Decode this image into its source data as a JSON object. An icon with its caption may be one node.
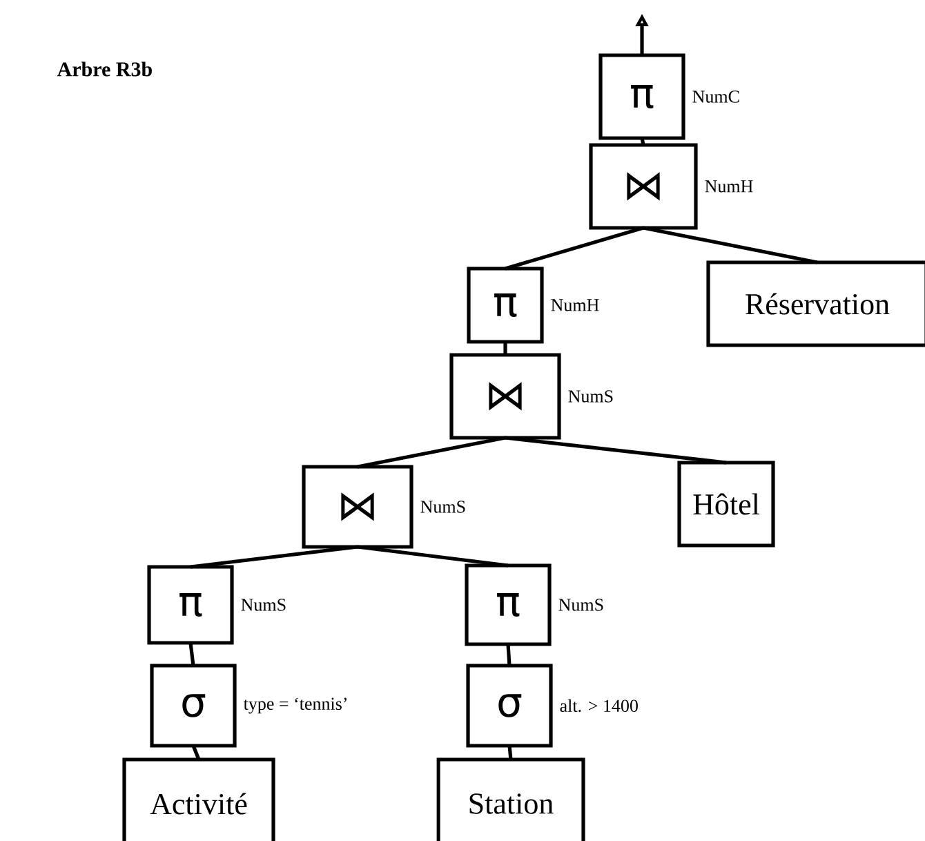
{
  "diagram": {
    "title": "Arbre R3b",
    "nodes": [
      {
        "text": [
          "π"
        ],
        "beside": [
          "NumC"
        ]
      },
      {
        "text": [
          "⋈"
        ],
        "beside": [
          "NumH"
        ]
      },
      {
        "text": [
          "π"
        ],
        "beside": [
          "NumH"
        ]
      },
      {
        "text": [
          "Réservation"
        ]
      },
      {
        "text": [
          "⋈"
        ],
        "beside": [
          "NumS"
        ]
      },
      {
        "text": [
          "Hôtel"
        ]
      },
      {
        "text": [
          "⋈"
        ],
        "beside": [
          "NumS"
        ]
      },
      {
        "text": [
          "π"
        ],
        "beside": [
          "NumS"
        ]
      },
      {
        "text": [
          "π"
        ],
        "beside": [
          "NumS"
        ]
      },
      {
        "text": [
          "σ"
        ],
        "beside": [
          "type = ‘tennis’"
        ]
      },
      {
        "text": [
          "σ"
        ],
        "beside": [
          "alt. > 1400"
        ]
      },
      {
        "text": [
          "Activité"
        ]
      },
      {
        "text": [
          "Station"
        ]
      }
    ],
    "edges": [
      {
        "from": 0,
        "to": null,
        "arrow": "to"
      },
      {
        "from": 1,
        "to": 0,
        "arrow": "none"
      },
      {
        "from": 1,
        "to": 2,
        "arrow": "none"
      },
      {
        "from": 1,
        "to": 3,
        "arrow": "none"
      },
      {
        "from": 2,
        "to": 4,
        "arrow": "none"
      },
      {
        "from": 4,
        "to": 6,
        "arrow": "none"
      },
      {
        "from": 4,
        "to": 5,
        "arrow": "none"
      },
      {
        "from": 6,
        "to": 7,
        "arrow": "none"
      },
      {
        "from": 6,
        "to": 8,
        "arrow": "none"
      },
      {
        "from": 7,
        "to": 9,
        "arrow": "none"
      },
      {
        "from": 8,
        "to": 10,
        "arrow": "none"
      },
      {
        "from": 9,
        "to": 11,
        "arrow": "none"
      },
      {
        "from": 10,
        "to": 12,
        "arrow": "none"
      }
    ]
  }
}
